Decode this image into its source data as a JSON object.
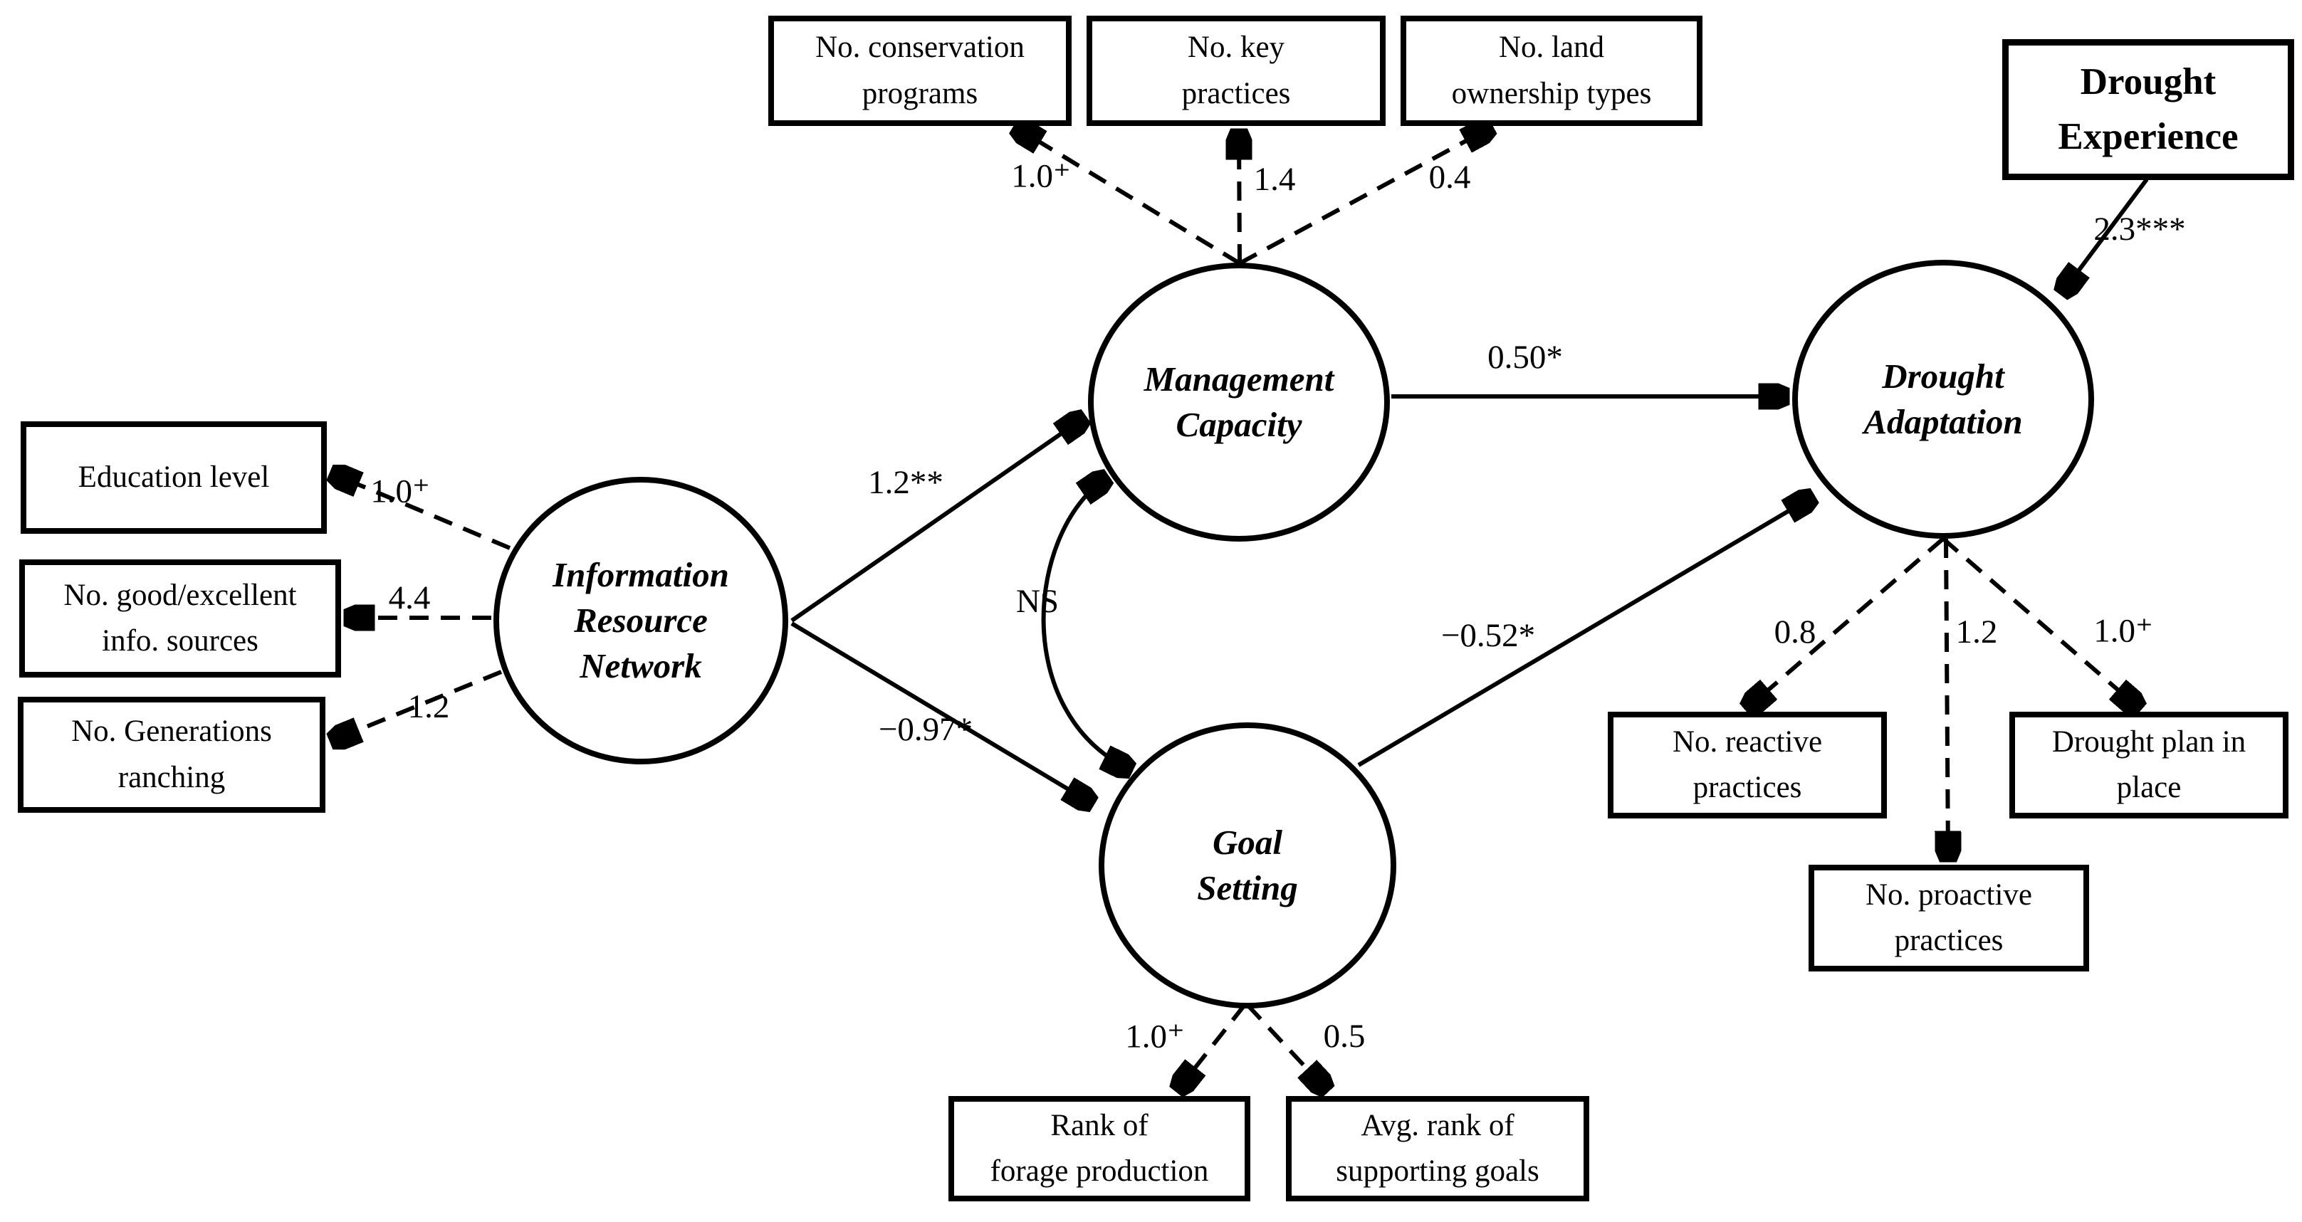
{
  "figure": {
    "latents": {
      "irn": {
        "label": "Information\nResource\nNetwork"
      },
      "mc": {
        "label": "Management\nCapacity"
      },
      "da": {
        "label": "Drought\nAdaptation"
      },
      "gs": {
        "label": "Goal\nSetting"
      }
    },
    "exogenous": {
      "drought_experience": {
        "label": "Drought\nExperience"
      }
    },
    "indicators": {
      "conservation": {
        "label": "No. conservation\nprograms"
      },
      "key_practices": {
        "label": "No. key\npractices"
      },
      "land_ownership": {
        "label": "No. land\nownership types"
      },
      "education": {
        "label": "Education level"
      },
      "info_sources": {
        "label": "No. good/excellent\ninfo. sources"
      },
      "generations": {
        "label": "No. Generations\nranching"
      },
      "reactive": {
        "label": "No. reactive\npractices"
      },
      "proactive": {
        "label": "No. proactive\npractices"
      },
      "drought_plan": {
        "label": "Drought plan in\nplace"
      },
      "forage": {
        "label": "Rank of\nforage production"
      },
      "supporting": {
        "label": "Avg. rank of\nsupporting goals"
      }
    },
    "coefficients": {
      "mc_conservation": "1.0⁺",
      "mc_key_practices": "1.4",
      "mc_land_ownership": "0.4",
      "de_da": "2.3***",
      "mc_da": "0.50*",
      "irn_mc": "1.2**",
      "irn_gs": "−0.97*",
      "mc_gs_cov": "NS",
      "gs_da": "−0.52*",
      "irn_education": "1.0⁺",
      "irn_info_sources": "4.4",
      "irn_generations": "1.2",
      "da_reactive": "0.8",
      "da_proactive": "1.2",
      "da_drought_plan": "1.0⁺",
      "gs_forage": "1.0⁺",
      "gs_supporting": "0.5"
    },
    "colors": {
      "ink": "#000000",
      "background": "#ffffff"
    }
  }
}
